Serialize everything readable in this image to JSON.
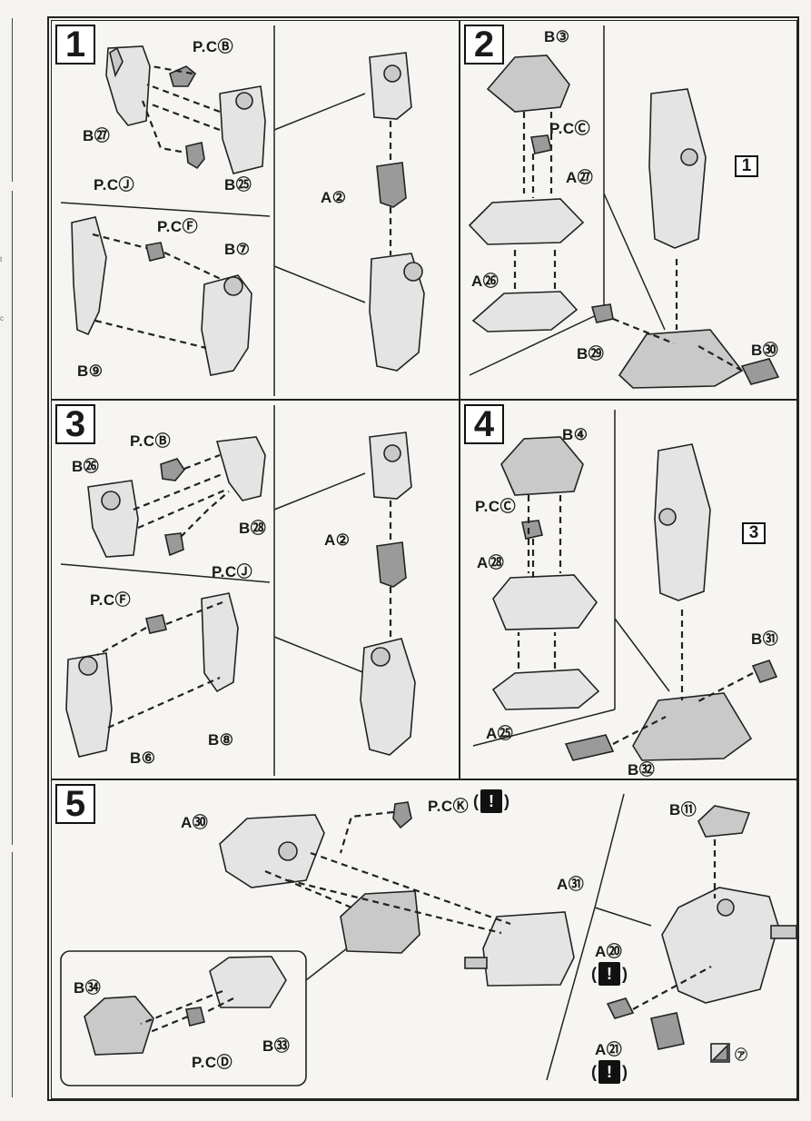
{
  "steps": [
    {
      "number": "1",
      "labels": [
        "P.CⒷ",
        "B㉗",
        "P.CⒿ",
        "B㉕",
        "P.CⒻ",
        "B⑦",
        "B⑨",
        "A②"
      ]
    },
    {
      "number": "2",
      "labels": [
        "B③",
        "P.CⒸ",
        "A㉗",
        "A㉖",
        "B㉙",
        "B㉚"
      ],
      "ref": "1"
    },
    {
      "number": "3",
      "labels": [
        "P.CⒷ",
        "B㉖",
        "B㉘",
        "P.CⒿ",
        "P.CⒻ",
        "B⑥",
        "B⑧",
        "A②"
      ]
    },
    {
      "number": "4",
      "labels": [
        "B④",
        "P.CⒸ",
        "A㉘",
        "A㉕",
        "B㉛",
        "B㉜"
      ],
      "ref": "3"
    },
    {
      "number": "5",
      "labels": [
        "A㉚",
        "P.CⓀ",
        "A㉛",
        "B㉞",
        "B㉝",
        "P.CⒹ",
        "B⑪",
        "A⑳",
        "A㉑",
        "㋐"
      ]
    }
  ],
  "warning": {
    "open": "(",
    "mark": "!",
    "close": ")"
  },
  "edge_marks": [
    "t",
    "c"
  ]
}
